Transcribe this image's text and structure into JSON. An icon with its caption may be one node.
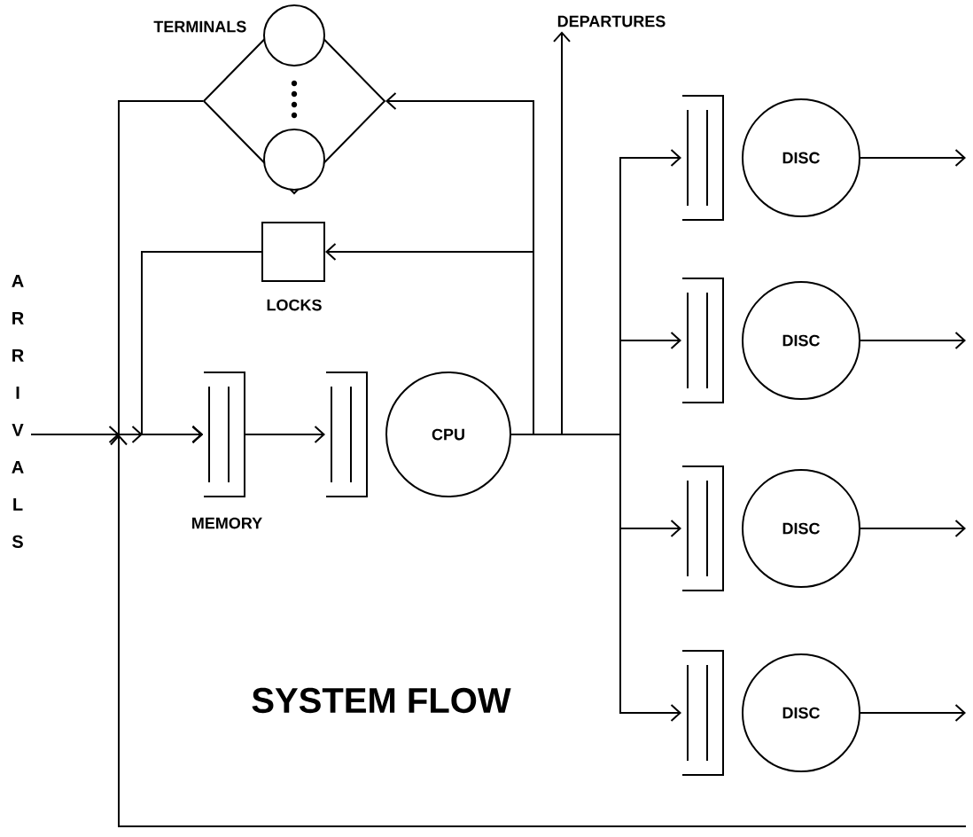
{
  "diagram": {
    "title": "SYSTEM FLOW",
    "nodes": [
      {
        "text": [
          "TERMINALS"
        ]
      },
      {
        "text": [
          "LOCKS"
        ]
      },
      {
        "text": [
          "MEMORY"
        ]
      },
      {
        "text": [],
        "shape": "queue"
      },
      {
        "text": [
          "CPU"
        ]
      },
      {
        "text": [],
        "shape": "queue"
      },
      {
        "text": [],
        "shape": "queue"
      },
      {
        "text": [],
        "shape": "queue"
      },
      {
        "text": [],
        "shape": "queue"
      },
      {
        "text": [
          "DISC"
        ]
      },
      {
        "text": [
          "DISC"
        ]
      },
      {
        "text": [
          "DISC"
        ]
      },
      {
        "text": [
          "DISC"
        ]
      },
      {
        "text": [
          "ARRIVALS"
        ]
      },
      {
        "text": [
          "DEPARTURES"
        ]
      }
    ],
    "edges": [
      {
        "from": 13,
        "to": 2,
        "arrow": "to"
      },
      {
        "from": 0,
        "to": 2,
        "arrow": "to"
      },
      {
        "from": 1,
        "to": 2,
        "arrow": "to"
      },
      {
        "from": 2,
        "to": 3,
        "arrow": "to"
      },
      {
        "from": 4,
        "to": 14,
        "arrow": "to"
      },
      {
        "from": 4,
        "to": 0,
        "arrow": "to"
      },
      {
        "from": 4,
        "to": 1,
        "arrow": "to"
      },
      {
        "from": 4,
        "to": 5,
        "arrow": "to"
      },
      {
        "from": 4,
        "to": 6,
        "arrow": "to"
      },
      {
        "from": 4,
        "to": 7,
        "arrow": "to"
      },
      {
        "from": 4,
        "to": 8,
        "arrow": "to"
      },
      {
        "from": 9,
        "to": null,
        "arrow": "to"
      },
      {
        "from": 10,
        "to": null,
        "arrow": "to"
      },
      {
        "from": 11,
        "to": null,
        "arrow": "to"
      },
      {
        "from": 12,
        "to": null,
        "arrow": "to"
      },
      {
        "from": null,
        "to": 2,
        "arrow": "to"
      }
    ]
  }
}
